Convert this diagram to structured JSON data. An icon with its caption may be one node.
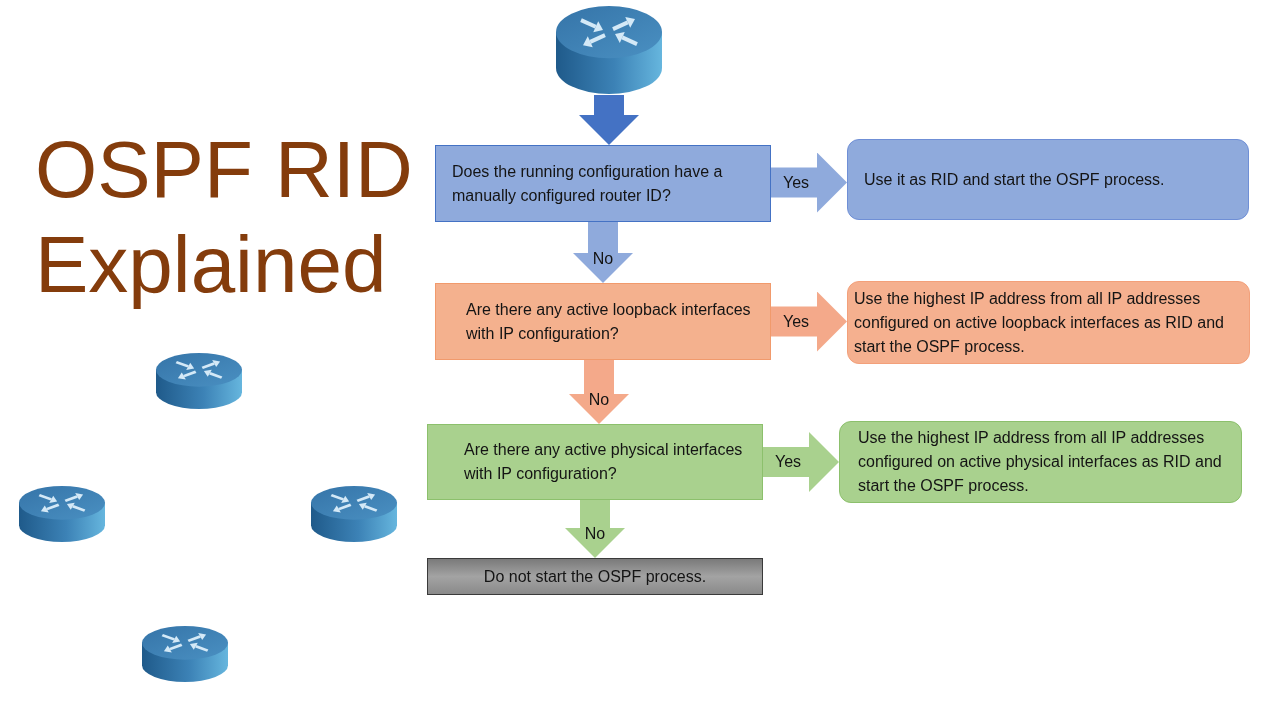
{
  "diagram": {
    "title": "OSPF RID Explained",
    "nodes": [
      {
        "text": [],
        "shape": "picture"
      },
      {
        "text": [
          "Does the running configuration have a manually configured router ID?"
        ]
      },
      {
        "text": [
          "Use it as RID and start the OSPF process."
        ]
      },
      {
        "text": [
          "Are there any active loopback interfaces with IP configuration?"
        ]
      },
      {
        "text": [
          "Use the highest IP address from all IP addresses configured on active loopback interfaces as RID and start the OSPF process."
        ]
      },
      {
        "text": [
          "Are there any active physical interfaces with IP configuration?"
        ]
      },
      {
        "text": [
          "Use the highest IP address from all IP addresses configured on active physical interfaces as RID and start the OSPF process."
        ]
      },
      {
        "text": [
          "Do not start the OSPF process."
        ]
      }
    ],
    "edges": [
      {
        "from": 0,
        "to": 1,
        "arrow": "to",
        "color": "#4472c4"
      },
      {
        "from": 1,
        "to": 2,
        "arrow": "to",
        "label": "Yes",
        "color": "#8faadc"
      },
      {
        "from": 1,
        "to": 3,
        "arrow": "to",
        "label": "No",
        "color": "#8faadc"
      },
      {
        "from": 3,
        "to": 4,
        "arrow": "to",
        "label": "Yes",
        "color": "#f4a98a"
      },
      {
        "from": 3,
        "to": 5,
        "arrow": "to",
        "label": "No",
        "color": "#f4a98a"
      },
      {
        "from": 5,
        "to": 6,
        "arrow": "to",
        "label": "Yes",
        "color": "#a9d18e"
      },
      {
        "from": 5,
        "to": 7,
        "arrow": "to",
        "label": "No",
        "color": "#a9d18e"
      }
    ]
  }
}
